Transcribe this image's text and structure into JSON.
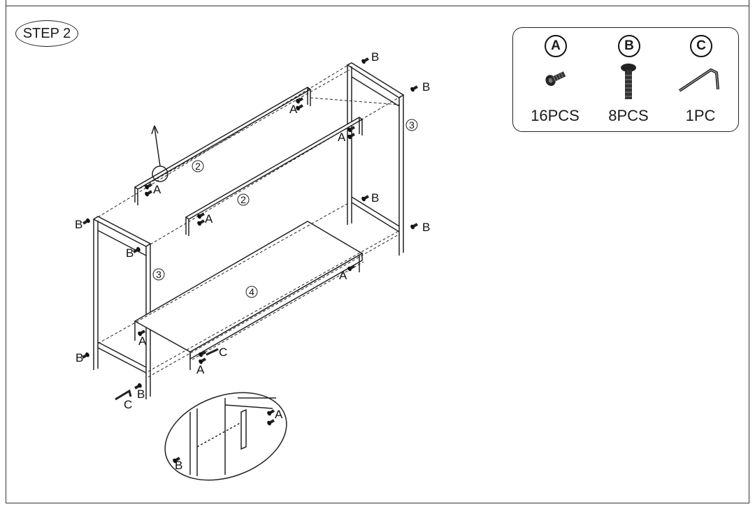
{
  "step_label": "STEP 2",
  "parts": [
    {
      "letter": "A",
      "quantity": "16PCS",
      "icon": "bolt-short-icon"
    },
    {
      "letter": "B",
      "quantity": "8PCS",
      "icon": "bolt-long-icon"
    },
    {
      "letter": "C",
      "quantity": "1PC",
      "icon": "allen-key-icon"
    }
  ],
  "callouts": {
    "part_2": "2",
    "part_3": "3",
    "part_4": "4",
    "hw_A": "A",
    "hw_B": "B",
    "hw_C": "C"
  }
}
